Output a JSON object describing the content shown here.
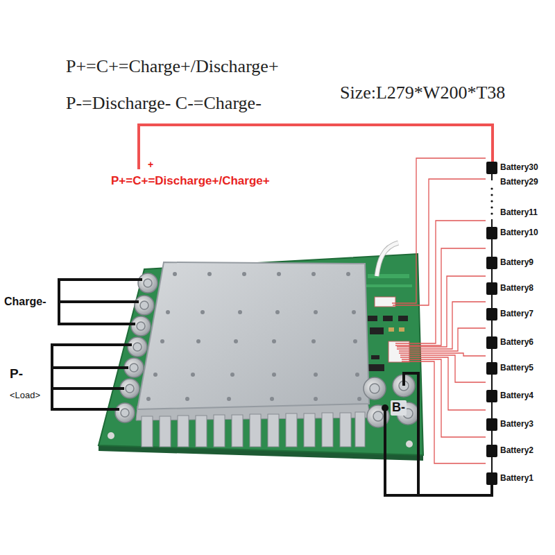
{
  "diagram": {
    "labels": [
      "P+=C+=Charge+/Discharge+",
      "P-=Discharge- C-=Charge-",
      "Size:L279*W200*T38",
      "+",
      "P+=C+=Discharge+/Charge+",
      "Battery30",
      "Battery29",
      "Battery11",
      "Battery10",
      "Battery9",
      "Battery8",
      "Battery7",
      "Battery6",
      "Battery5",
      "Battery4",
      "Battery3",
      "Battery2",
      "Battery1",
      "Charge-",
      "P-",
      "<Load>",
      "B-"
    ]
  }
}
